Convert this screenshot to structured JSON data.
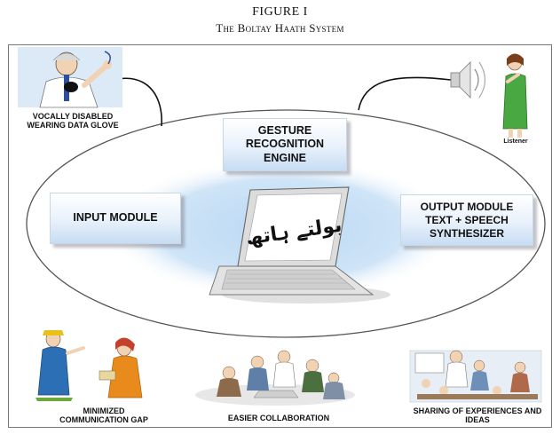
{
  "caption": {
    "figure": "FIGURE I",
    "title": "The Boltay Haath System"
  },
  "people": {
    "vocally_disabled": "VOCALLY DISABLED WEARING DATA GLOVE",
    "listener": "Listener"
  },
  "modules": {
    "gesture_engine": "GESTURE RECOGNITION ENGINE",
    "input": "INPUT MODULE",
    "output": "OUTPUT MODULE TEXT + SPEECH SYNTHESIZER"
  },
  "laptop_screen_text": "بولتے ہاتھ",
  "benefits": {
    "gap": "MINIMIZED COMMUNICATION GAP",
    "collab": "EASIER COLLABORATION",
    "sharing": "SHARING OF EXPERIENCES AND IDEAS"
  }
}
